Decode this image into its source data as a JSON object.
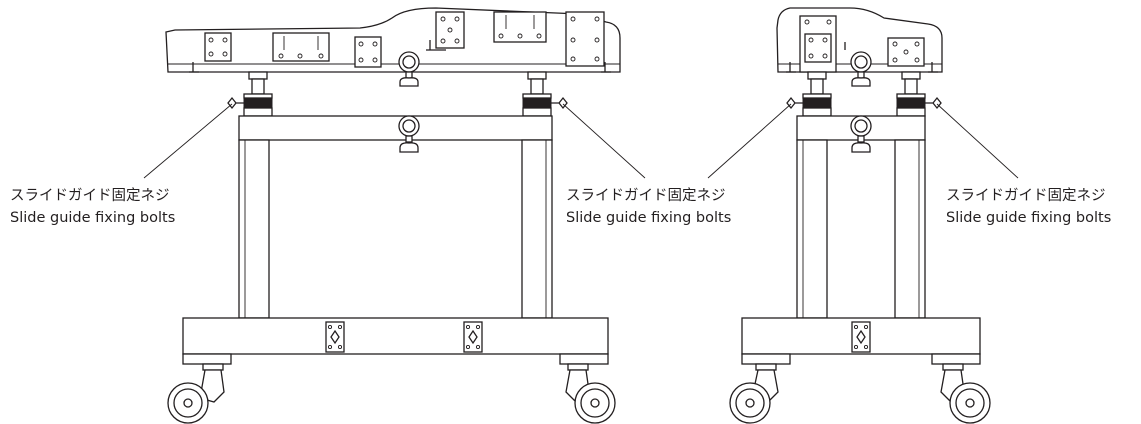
{
  "callouts": [
    {
      "jp": "スライドガイド固定ネジ",
      "en": "Slide guide fixing bolts"
    },
    {
      "jp": "スライドガイド固定ネジ",
      "en": "Slide guide fixing bolts"
    },
    {
      "jp": "スライドガイド固定ネジ",
      "en": "Slide guide fixing bolts"
    }
  ],
  "colors": {
    "line": "#231f20",
    "background": "#ffffff"
  },
  "views": [
    "front-view",
    "side-view"
  ]
}
